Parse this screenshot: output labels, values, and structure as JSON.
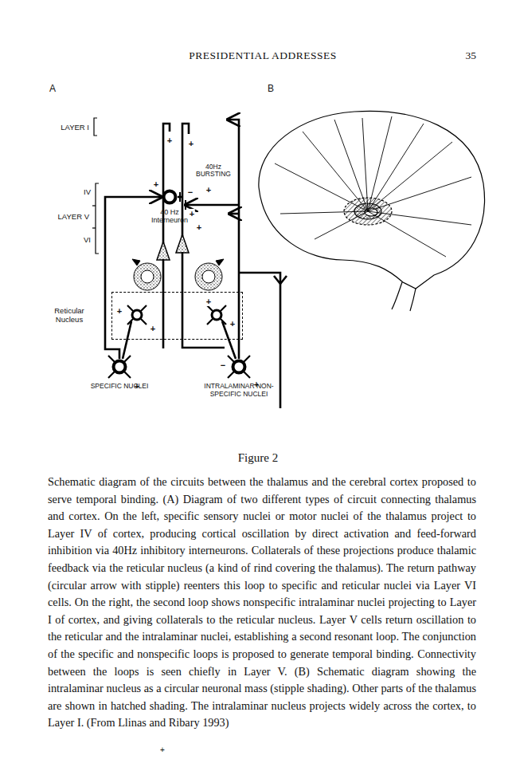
{
  "diagram": {
    "title": "Figure 2",
    "caption": "Schematic diagram of the circuits between the thalamus and the cerebral cortex proposed to serve temporal binding. (A) Diagram of two different types of circuit connecting thalamus and cortex. On the left, specific sensory nuclei or motor nuclei of the thalamus project to Layer IV of cortex, producing cortical oscillation by direct activation and feed-forward inhibition via 40Hz inhibitory interneurons. Collaterals of these projections produce thalamic feedback via the reticular nucleus (a kind of rind covering the thalamus). The return pathway (circular arrow with stipple) reenters this loop to specific and reticular nuclei via Layer VI cells. On the right, the second loop shows nonspecific intralaminar nuclei projecting to Layer I of cortex, and giving collaterals to the reticular nucleus. Layer V cells return oscillation to the reticular and the intralaminar nuclei, establishing a second resonant loop. The conjunction of the specific and nonspecific loops is proposed to generate temporal binding. Connectivity between the loops is seen chiefly in Layer V. (B) Schematic diagram showing the intralaminar nucleus as a circular neuronal mass (stipple shading). Other parts of the thalamus are shown in hatched shading. The intralaminar nucleus projects widely across the cortex, to Layer I. (From Llinas and Ribary 1993)",
    "nodes": [
      {
        "text": [
          "Reticular Nucleus"
        ]
      },
      {
        "text": [
          "40 Hz Interneuron"
        ]
      },
      {
        "text": [
          "SPECIFIC NUCLEI"
        ]
      },
      {
        "text": [
          "INTRALAMINAR NON-SPECIFIC NUCLEI"
        ]
      }
    ],
    "edges": [
      {
        "from": 2,
        "to": 1,
        "arrow": "to"
      }
    ],
    "labels": [
      "PRESIDENTIAL ADDRESSES",
      "35",
      "A",
      "B",
      "LAYER I",
      "IV",
      "LAYER V",
      "VI",
      "40Hz BURSTING",
      "+",
      "+",
      "+",
      "+",
      "−",
      "+",
      "+",
      "+",
      "+",
      "+",
      "+",
      "+",
      "−",
      "+",
      "+"
    ]
  }
}
